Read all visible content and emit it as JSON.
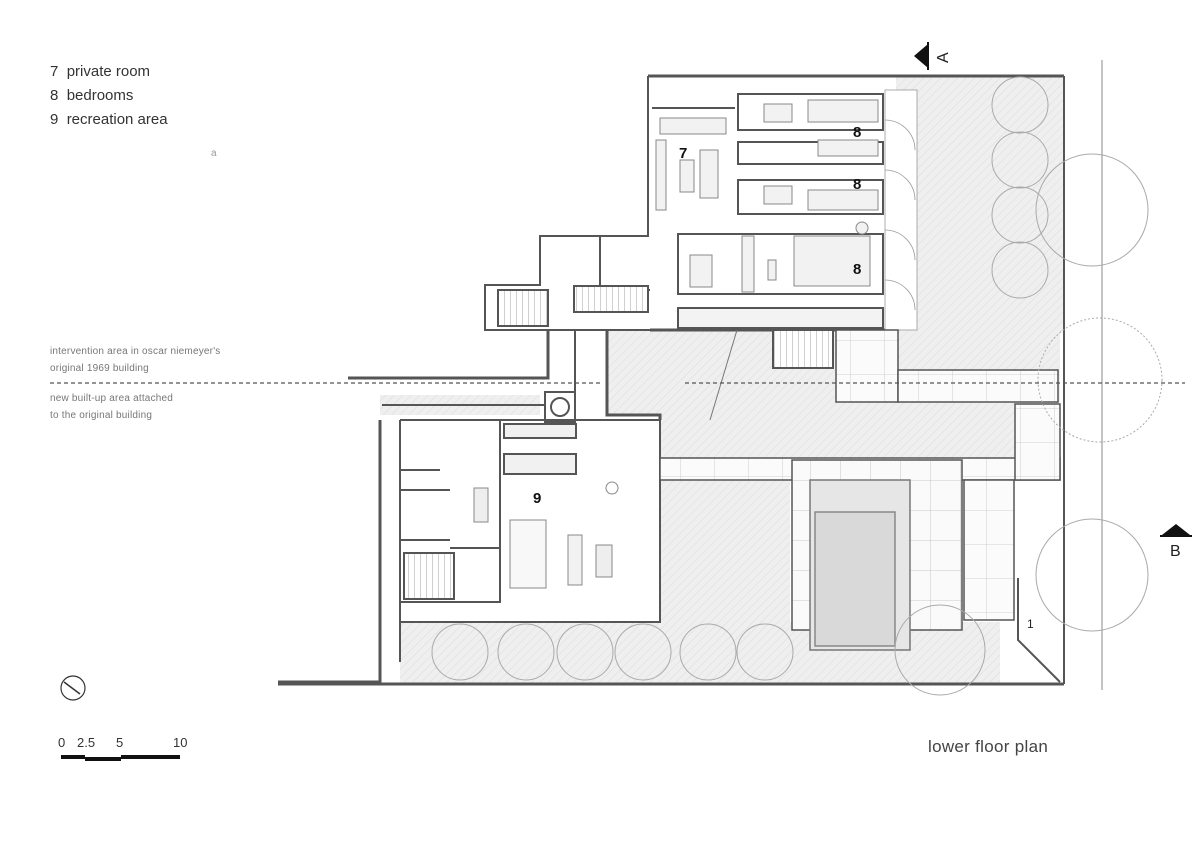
{
  "legend": [
    {
      "num": "7",
      "label": "private room"
    },
    {
      "num": "8",
      "label": "bedrooms"
    },
    {
      "num": "9",
      "label": "recreation area"
    }
  ],
  "small_mark": "a",
  "notes": {
    "above": [
      "intervention area in oscar niemeyer's",
      "original 1969 building"
    ],
    "below": [
      "new built-up area attached",
      "to the original building"
    ]
  },
  "rooms": [
    {
      "label": "7"
    },
    {
      "label": "8"
    },
    {
      "label": "8"
    },
    {
      "label": "8"
    },
    {
      "label": "9"
    },
    {
      "label": "1"
    }
  ],
  "section_markers": [
    {
      "label": "A"
    },
    {
      "label": "B"
    }
  ],
  "scale": {
    "ticks": [
      "0",
      "2.5",
      "5",
      "10"
    ]
  },
  "title": "lower floor plan",
  "colors": {
    "line": "#555555",
    "fill_light": "#ededed",
    "fill_hatch": "#e4e4e4",
    "paper": "#ffffff"
  }
}
